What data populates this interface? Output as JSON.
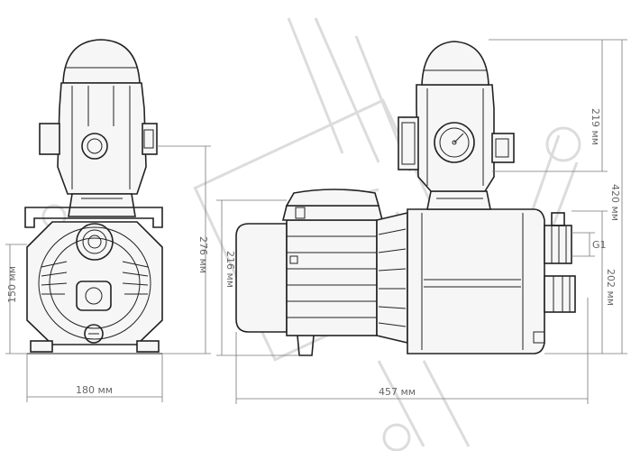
{
  "dimensions": {
    "width_front": "180 мм",
    "height_lower_front": "150 мм",
    "height_axis": "276 мм",
    "height_motor": "216 мм",
    "length_total": "457 мм",
    "height_control": "219 мм",
    "height_total": "420 мм",
    "height_side": "202 мм",
    "inlet_thread": "G1"
  },
  "colors": {
    "outline": "#222222",
    "dimension": "#777777",
    "watermark": "#d9d9d9"
  }
}
